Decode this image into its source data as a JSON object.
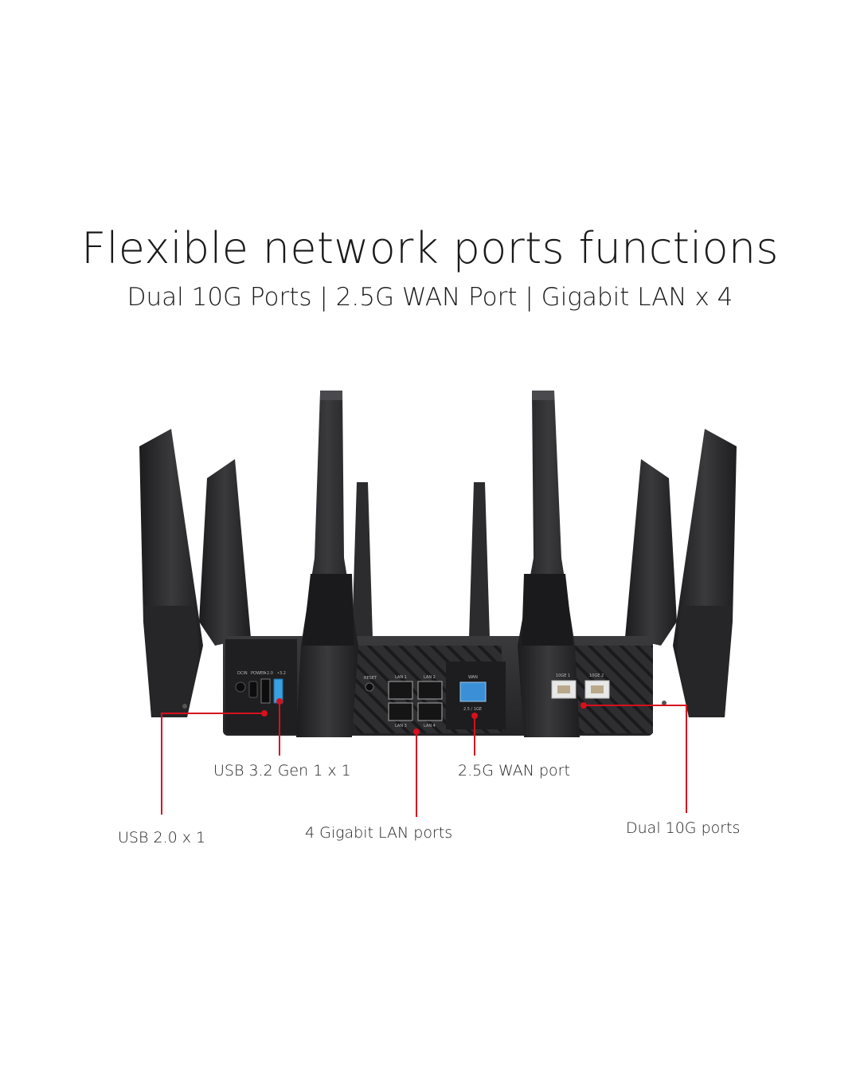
{
  "heading": {
    "title": "Flexible network ports functions",
    "subtitle": "Dual 10G Ports | 2.5G WAN Port | Gigabit LAN x 4"
  },
  "router": {
    "port_labels": {
      "dcin": "DCIN",
      "power": "POWER",
      "usb20": "•2.0",
      "usb32": "•3.2",
      "reset": "RESET",
      "lan1": "LAN 1",
      "lan2": "LAN 2",
      "lan3": "LAN 3",
      "lan4": "LAN 4",
      "wan": "WAN",
      "wan_speed": "2.5 / 1GE",
      "ge1": "10GE 1",
      "ge2": "10GE 2"
    }
  },
  "callouts": {
    "usb32": "USB 3.2 Gen 1 x 1",
    "wan": "2.5G WAN port",
    "usb20": "USB 2.0 x 1",
    "lan": "4 Gigabit LAN ports",
    "dual10g": "Dual 10G ports"
  },
  "colors": {
    "callout_line": "#d7101d",
    "router_body": "#2b2b2d",
    "wan_port": "#3a8fd6",
    "usb32_port": "#3aa0e0"
  }
}
